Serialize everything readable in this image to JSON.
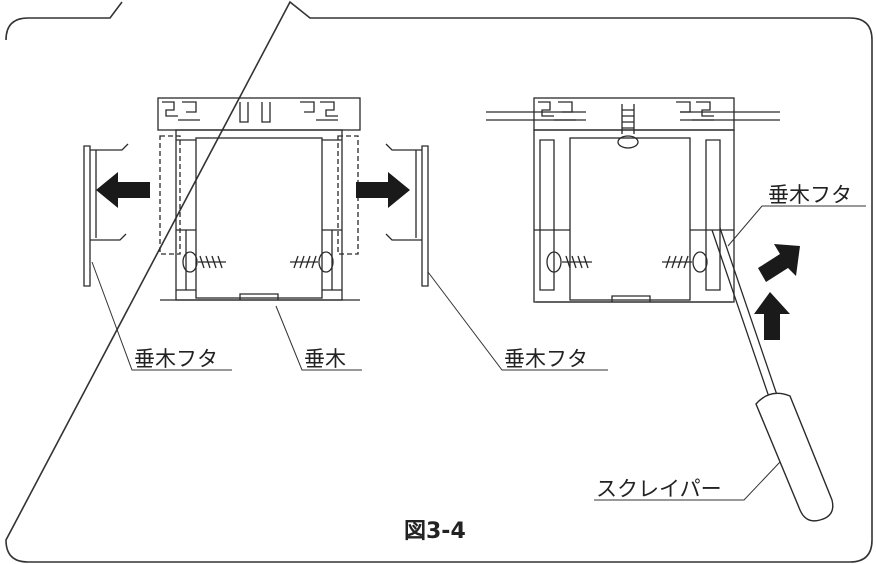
{
  "figure": {
    "caption": "図3-4"
  },
  "labels": {
    "left_cover": "垂木フタ",
    "rafter": "垂木",
    "right_cover": "垂木フタ",
    "removed_cover": "垂木フタ",
    "scraper": "スクレイパー"
  },
  "colors": {
    "line": "#2a2a2a",
    "frame": "#333333",
    "arrow": "#1a1a1a"
  }
}
